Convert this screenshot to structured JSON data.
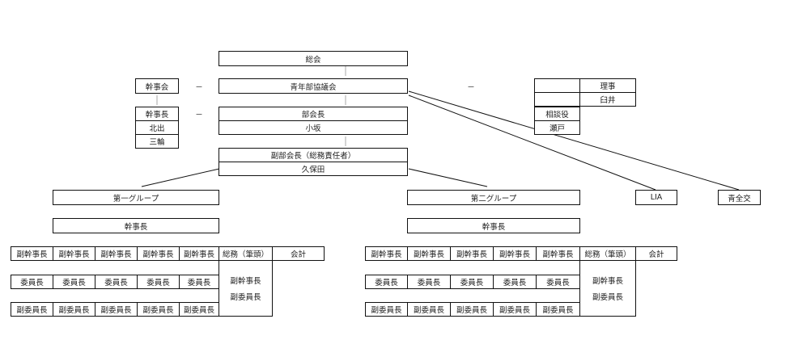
{
  "top": {
    "general_assembly": "総会",
    "youth_council": "青年部協議会",
    "chair_title": "部会長",
    "chair_name": "小坂",
    "vice_chair_title": "副部会長（総務責任者）",
    "vice_chair_name": "久保田",
    "dash": "－"
  },
  "left_panel": {
    "secretariat": "幹事会",
    "chief_secretary": "幹事長",
    "names": [
      "北出",
      "三輪"
    ]
  },
  "right_panel": {
    "director": "理事",
    "director_name": "臼井",
    "advisor": "相談役",
    "advisor_name": "瀬戸"
  },
  "external": [
    "LIA",
    "青全交"
  ],
  "groups": [
    {
      "name": "第一グループ",
      "chief": "幹事長",
      "vice_chiefs": [
        "副幹事長",
        "副幹事長",
        "副幹事長",
        "副幹事長",
        "副幹事長"
      ],
      "general_affairs": "総務（筆頭）",
      "accounting": "会計",
      "committee_chairs": [
        "委員長",
        "委員長",
        "委員長",
        "委員長",
        "委員長"
      ],
      "vice_committee_chairs": [
        "副委員長",
        "副委員長",
        "副委員長",
        "副委員長",
        "副委員長"
      ],
      "ga_sub": [
        "副幹事長",
        "副委員長"
      ]
    },
    {
      "name": "第二グループ",
      "chief": "幹事長",
      "vice_chiefs": [
        "副幹事長",
        "副幹事長",
        "副幹事長",
        "副幹事長",
        "副幹事長"
      ],
      "general_affairs": "総務（筆頭）",
      "accounting": "会計",
      "committee_chairs": [
        "委員長",
        "委員長",
        "委員長",
        "委員長",
        "委員長"
      ],
      "vice_committee_chairs": [
        "副委員長",
        "副委員長",
        "副委員長",
        "副委員長",
        "副委員長"
      ],
      "ga_sub": [
        "副幹事長",
        "副委員長"
      ]
    }
  ]
}
